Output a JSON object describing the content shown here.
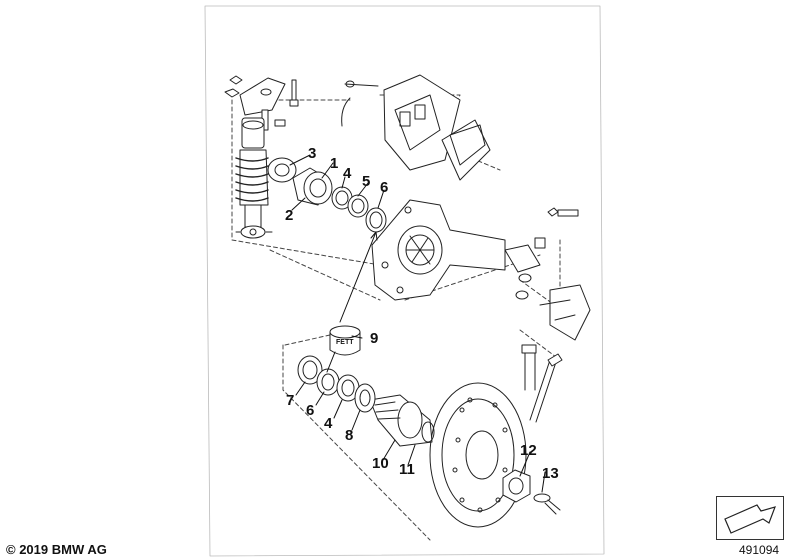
{
  "callouts": [
    {
      "id": "1",
      "text": "1"
    },
    {
      "id": "2",
      "text": "2"
    },
    {
      "id": "3",
      "text": "3"
    },
    {
      "id": "4a",
      "text": "4"
    },
    {
      "id": "5",
      "text": "5"
    },
    {
      "id": "6a",
      "text": "6"
    },
    {
      "id": "7",
      "text": "7"
    },
    {
      "id": "6b",
      "text": "6"
    },
    {
      "id": "4b",
      "text": "4"
    },
    {
      "id": "8",
      "text": "8"
    },
    {
      "id": "9",
      "text": "9"
    },
    {
      "id": "10",
      "text": "10"
    },
    {
      "id": "11",
      "text": "11"
    },
    {
      "id": "12",
      "text": "12"
    },
    {
      "id": "13",
      "text": "13"
    }
  ],
  "grease_label": "FETT",
  "copyright": "© 2019 BMW AG",
  "reference_code": "491094",
  "icons": [
    "arrow-reference-icon"
  ]
}
